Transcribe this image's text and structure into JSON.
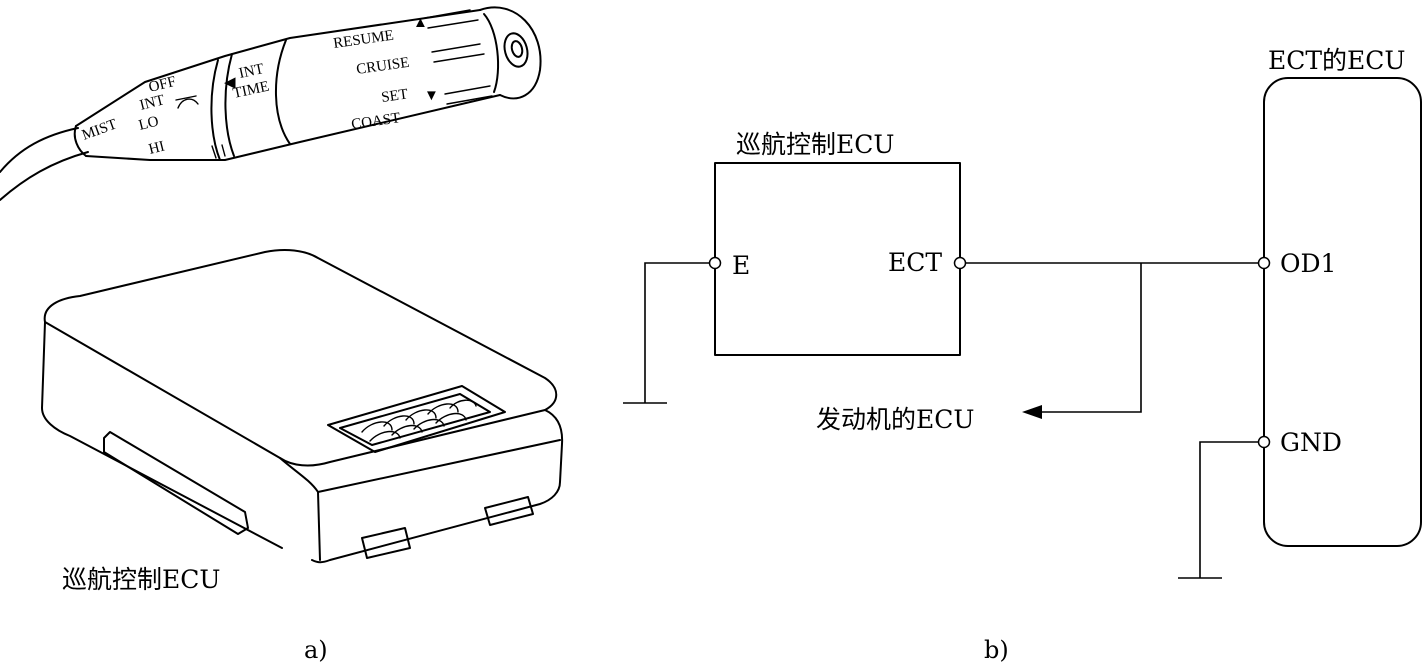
{
  "panel_a": {
    "switch_labels": {
      "resume": "RESUME",
      "cruise": "CRUISE",
      "set": "SET",
      "coast": "COAST",
      "int": "INT",
      "time": "TIME",
      "mist": "MIST",
      "off": "OFF",
      "wiper_int": "INT",
      "lo": "LO",
      "hi": "HI"
    },
    "ecu_caption": "巡航控制ECU",
    "caption": "a)"
  },
  "panel_b": {
    "cruise_ecu": {
      "title": "巡航控制ECU",
      "terminal_e": "E",
      "terminal_ect": "ECT"
    },
    "ect_ecu": {
      "title": "ECT的ECU",
      "terminal_od1": "OD1",
      "terminal_gnd": "GND"
    },
    "engine_ecu_label": "发动机的ECU",
    "caption": "b)"
  }
}
